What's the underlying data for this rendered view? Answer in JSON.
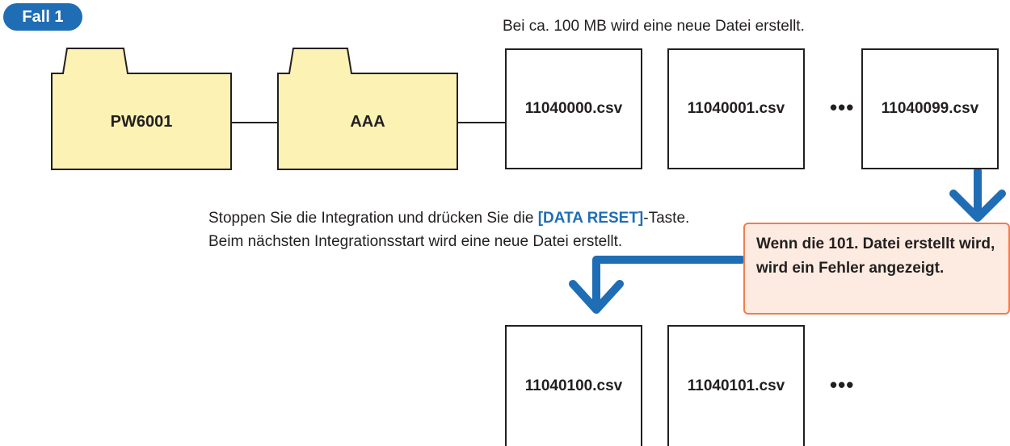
{
  "badge": "Fall 1",
  "note": "Bei ca. 100 MB wird eine neue Datei erstellt.",
  "folders": [
    "PW6001",
    "AAA"
  ],
  "files_row1": [
    "11040000.csv",
    "11040001.csv",
    "11040099.csv"
  ],
  "files_row2": [
    "11040100.csv",
    "11040101.csv"
  ],
  "ellipsis": "•••",
  "instruction": {
    "part1": "Stoppen Sie die Integration und drücken Sie die ",
    "key": "[DATA RESET]",
    "part2": "-Taste. Beim nächsten Integrationsstart wird eine neue Datei erstellt."
  },
  "warning": "Wenn die 101. Datei erstellt wird, wird ein Fehler angezeigt.",
  "colors": {
    "accent_blue": "#1f6db5",
    "folder_fill": "#fbf2b3",
    "warn_fill": "#fdebe1",
    "warn_border": "#ef7d4f"
  }
}
